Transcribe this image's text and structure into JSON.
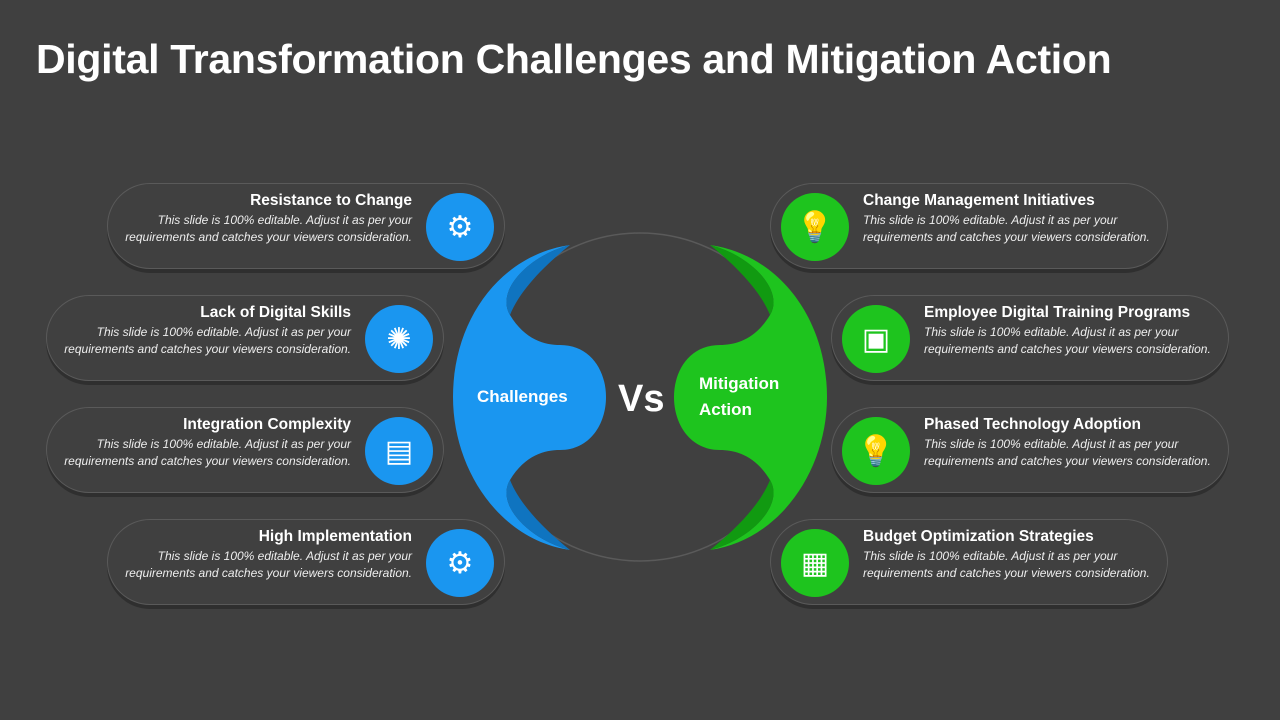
{
  "title": "Digital Transformation Challenges and Mitigation Action",
  "center": {
    "left": "Challenges",
    "vs": "Vs",
    "right_line1": "Mitigation",
    "right_line2": "Action"
  },
  "colors": {
    "challenge": "#1a96f0",
    "mitigation": "#1ec41e",
    "background": "#404040"
  },
  "challenges": [
    {
      "title": "Resistance to Change",
      "desc": "This slide is 100% editable. Adjust it as per your requirements and catches your viewers consideration.",
      "icon": "gear-hand-icon"
    },
    {
      "title": "Lack of Digital Skills",
      "desc": "This slide is 100% editable. Adjust it as per your requirements and catches your viewers consideration.",
      "icon": "brain-network-icon"
    },
    {
      "title": "Integration Complexity",
      "desc": "This slide is 100% editable. Adjust it as per your requirements and catches your viewers consideration.",
      "icon": "layers-window-icon"
    },
    {
      "title": "High Implementation",
      "desc": "This slide is 100% editable. Adjust it as per your requirements and catches your viewers consideration.",
      "icon": "gears-cycle-icon"
    }
  ],
  "mitigations": [
    {
      "title": "Change Management Initiatives",
      "desc": "This slide is 100% editable. Adjust it as per your requirements and catches your viewers consideration.",
      "icon": "bulb-gear-icon"
    },
    {
      "title": "Employee Digital Training Programs",
      "desc": "This slide is 100% editable. Adjust it as per your requirements and catches your viewers consideration.",
      "icon": "presentation-icon"
    },
    {
      "title": "Phased Technology Adoption",
      "desc": "This slide is 100% editable. Adjust it as per your requirements and catches your viewers consideration.",
      "icon": "bulb-hand-icon"
    },
    {
      "title": "Budget Optimization Strategies",
      "desc": "This slide is 100% editable. Adjust it as per your requirements and catches your viewers consideration.",
      "icon": "strategy-money-icon"
    }
  ]
}
